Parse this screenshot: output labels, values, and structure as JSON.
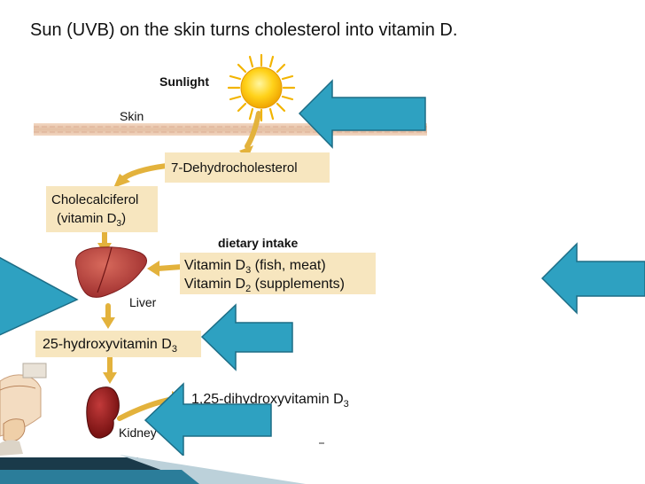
{
  "slide_title": "Sun (UVB) on the skin turns cholesterol into vitamin D.",
  "diagram": {
    "sunlight_label": "Sunlight",
    "skin_label": "Skin",
    "dehydrocholesterol": "7-Dehydrocholesterol",
    "cholecalciferol_line1": "Cholecalciferol",
    "cholecalciferol_line2": "(vitamin D",
    "cholecalciferol_sub": "3",
    "cholecalciferol_close": ")",
    "dietary_intake_label": "dietary intake",
    "dietary_line1_text": "Vitamin D",
    "dietary_line1_sub": "3",
    "dietary_line1_rest": " (fish, meat)",
    "dietary_line2_text": "Vitamin D",
    "dietary_line2_sub": "2",
    "dietary_line2_rest": " (supplements)",
    "liver_label": "Liver",
    "hydroxyvitamin_text": "25-hydroxyvitamin D",
    "hydroxyvitamin_sub": "3",
    "dihydroxyvitamin_text": "1,25-dihydroxyvitamin D",
    "dihydroxyvitamin_sub": "3",
    "kidney_label": "Kidney"
  },
  "colors": {
    "pointer_arrow_fill": "#2ea1c1",
    "pointer_arrow_stroke": "#1d6d86",
    "flow_arrow": "#e3b23c",
    "label_box": "#f7e6bf",
    "skin_band": "#e9c9b0",
    "liver": "#b43c3c",
    "kidney": "#8e1616",
    "sun": "#ffd21a"
  }
}
